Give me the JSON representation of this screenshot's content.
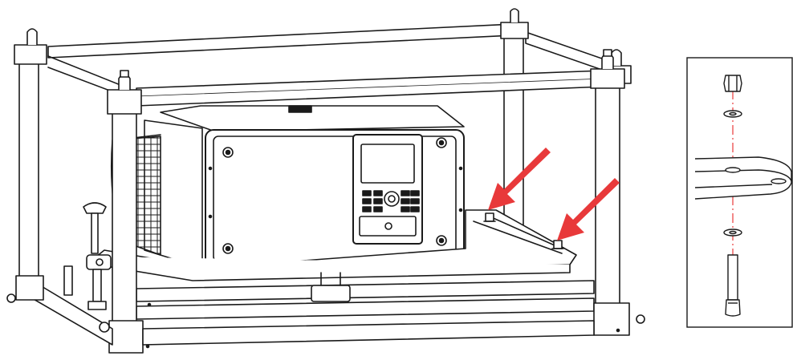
{
  "figure": {
    "main_view": {
      "subject": "projector-in-rigging-frame",
      "arrow_color": "#e8393a",
      "line_color": "#1a1a1a",
      "arrow_count": 2
    },
    "detail_view": {
      "subject": "exploded-bolt-assembly",
      "parts": [
        "hex-nut",
        "washer-top",
        "plate",
        "washer-bottom",
        "bolt"
      ],
      "axis_color": "#e8393a"
    }
  }
}
